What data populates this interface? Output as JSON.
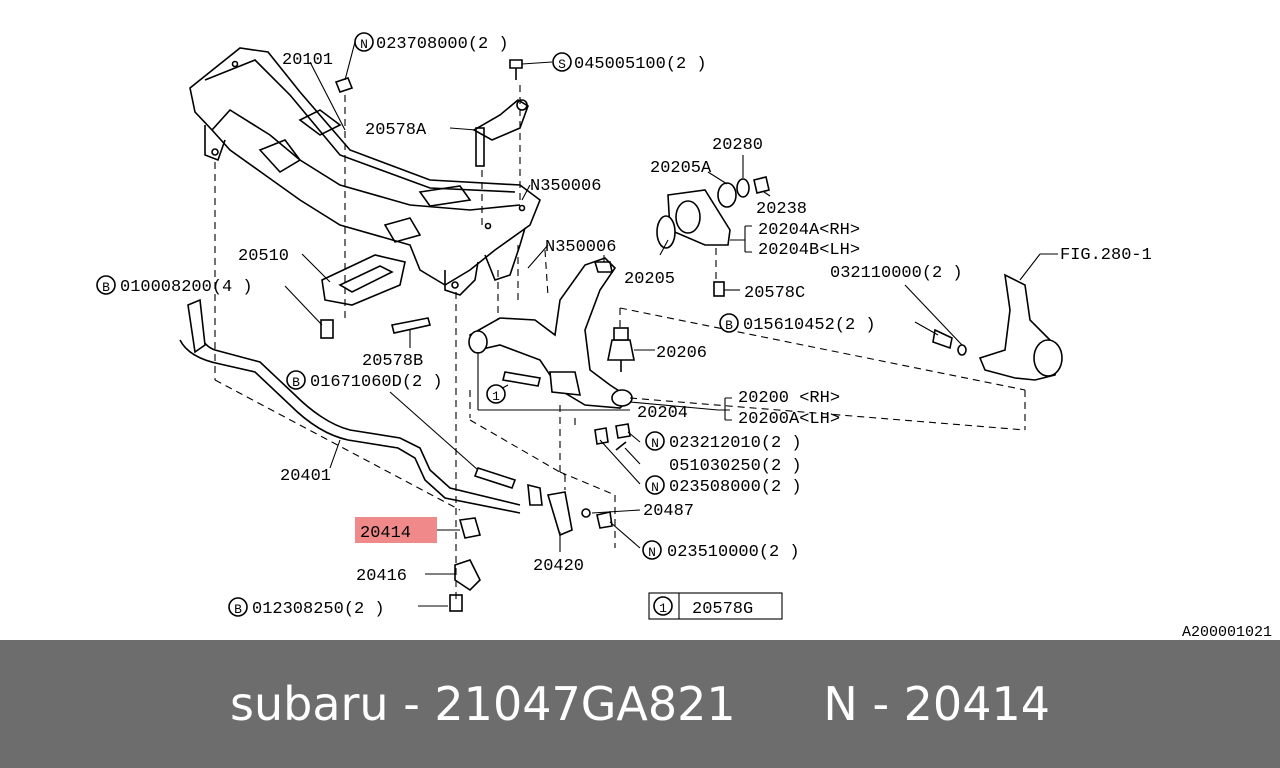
{
  "diagram": {
    "highlight_color": "#f08a8a",
    "labels": {
      "p20101": "20101",
      "p20578a": "20578A",
      "p20510": "20510",
      "p20578b": "20578B",
      "p20401": "20401",
      "p20414": "20414",
      "p20416": "20416",
      "p20420": "20420",
      "p20487": "20487",
      "p20204": "20204",
      "p20206": "20206",
      "p20205": "20205",
      "p20205a": "20205A",
      "p20280": "20280",
      "p20238": "20238",
      "p20204a": "20204A<RH>",
      "p20204b": "20204B<LH>",
      "p20578c": "20578C",
      "p20200": "20200  <RH>",
      "p20200a": "20200A<LH>",
      "n350006a": "N350006",
      "n350006b": "N350006",
      "fig": "FIG.280-1",
      "b010008200": "010008200(4  )",
      "b01671060d": "01671060D(2  )",
      "b015610452": "015610452(2  )",
      "b012308250": "012308250(2  )",
      "n023708000": "023708000(2  )",
      "s045005100": "045005100(2  )",
      "n023212010": "023212010(2  )",
      "p051030250": "051030250(2  )",
      "n023508000": "023508000(2  )",
      "n023510000": "023510000(2  )",
      "p032110000": "032110000(2  )",
      "note_num": "1",
      "note_part": "20578G",
      "ref_code": "A200001021"
    },
    "circle_letters": {
      "b": "B",
      "n": "N",
      "s": "S",
      "one": "1"
    }
  },
  "footer": {
    "brand_part": "subaru - 21047GA821",
    "number": "N - 20414"
  }
}
